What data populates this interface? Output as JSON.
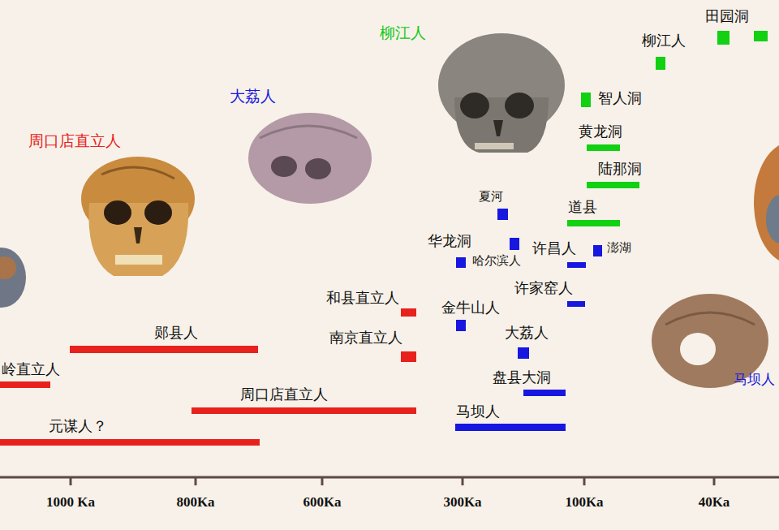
{
  "diagram": {
    "labels": [
      "柳江人",
      "田园洞",
      "柳江人",
      "智人洞",
      "黄龙洞",
      "陆那洞",
      "道县",
      "周口店直立人",
      "大荔人",
      "夏河",
      "华龙洞",
      "哈尔滨人",
      "许昌人",
      "澎湖",
      "许家窑人",
      "和县直立人",
      "金牛山人",
      "南京直立人",
      "大荔人",
      "郧县人",
      "岭直立人",
      "盘县大洞",
      "周口店直立人",
      "马坝人",
      "元谋人？",
      "马坝人",
      "1000 Ka",
      "800Ka",
      "600Ka",
      "300Ka",
      "100Ka",
      "40Ka"
    ]
  }
}
